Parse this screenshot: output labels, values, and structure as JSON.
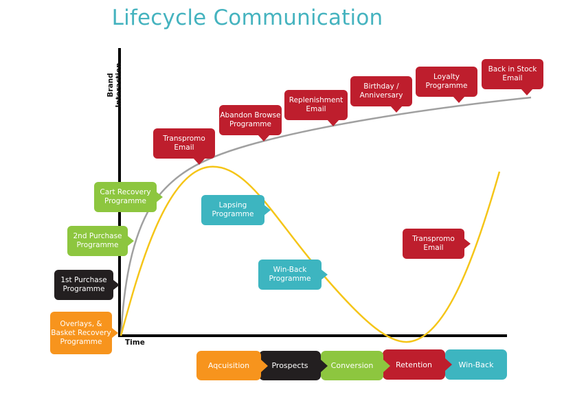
{
  "title": "Lifecycle Communication",
  "axes": {
    "y_label": "Brand Interaction",
    "x_label": "Time"
  },
  "colors": {
    "orange": "#f7941d",
    "black": "#231f20",
    "green": "#8dc63f",
    "red": "#be1e2d",
    "teal": "#3db5c0",
    "gray_curve": "#a0a0a0",
    "yellow_curve": "#f5c518"
  },
  "callouts": {
    "overlays": "Overlays, & Basket Recovery Programme",
    "first_purchase": "1st Purchase Programme",
    "second_purchase": "2nd Purchase Programme",
    "cart_recovery": "Cart Recovery Programme",
    "transpromo_1": "Transpromo Email",
    "abandon_browse": "Abandon Browse Programme",
    "replenishment": "Replenishment Email",
    "birthday": "Birthday / Anniversary",
    "loyalty": "Loyalty Programme",
    "back_in_stock": "Back in Stock Email",
    "lapsing": "Lapsing Programme",
    "win_back": "Win-Back Programme",
    "transpromo_2": "Transpromo Email"
  },
  "stages": [
    "Aqcuisition",
    "Prospects",
    "Conversion",
    "Retention",
    "Win-Back"
  ]
}
